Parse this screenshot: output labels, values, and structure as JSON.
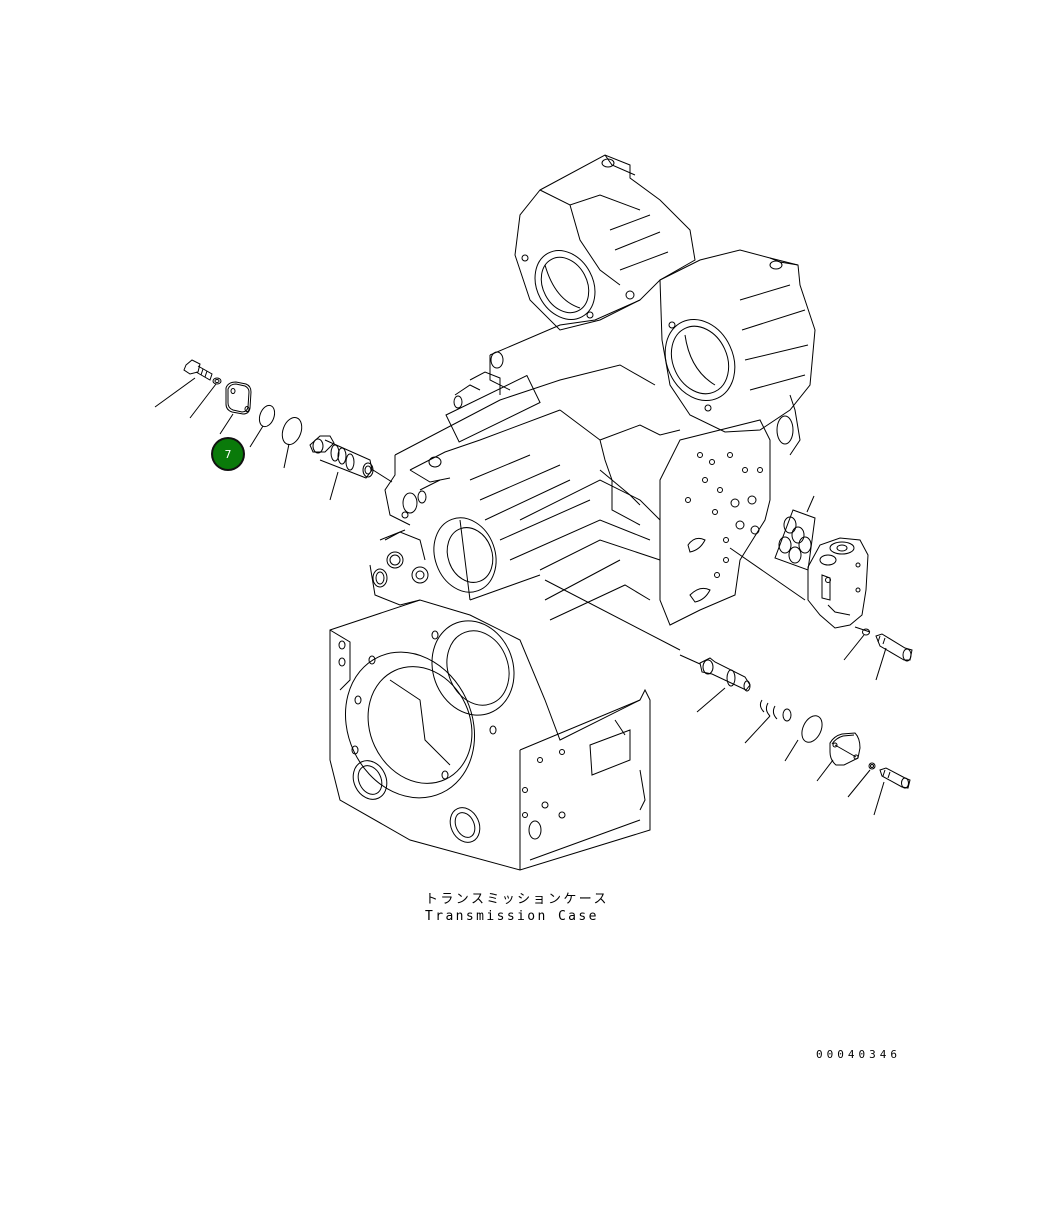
{
  "diagram": {
    "title_jp": "トランスミッションケース",
    "title_en": "Transmission Case",
    "drawing_number": "00040346",
    "callouts": [
      {
        "label": "7",
        "color": "#0a7a0a",
        "border_color": "#111111"
      }
    ],
    "colors": {
      "line": "#000000",
      "background": "#ffffff"
    }
  }
}
